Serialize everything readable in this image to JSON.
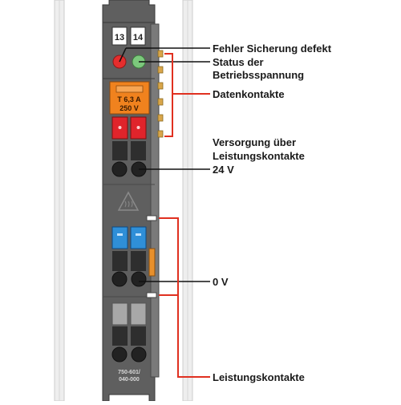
{
  "module": {
    "terminal_numbers": [
      "13",
      "14"
    ],
    "fuse_rating": "T 6,3 A",
    "fuse_voltage": "250 V",
    "part_number_line1": "750-601/",
    "part_number_line2": "040-000"
  },
  "labels": {
    "fuse_fault": "Fehler Sicherung defekt",
    "status_line1": "Status der",
    "status_line2": "Betriebsspannung",
    "data_contacts": "Datenkontakte",
    "supply_line1": "Versorgung über",
    "supply_line2": "Leistungskontakte",
    "supply_line3": "24 V",
    "zero_volt": "0 V",
    "power_contacts": "Leistungskontakte"
  },
  "colors": {
    "body": "#5f5f5f",
    "fuse": "#f0821e",
    "led_fault": "#e52d2d",
    "led_status": "#7cc87c",
    "terminal_red": "#e0242b",
    "terminal_blue": "#2f8fd8",
    "contact_orange": "#e8902c",
    "callout_red": "#e03020"
  }
}
